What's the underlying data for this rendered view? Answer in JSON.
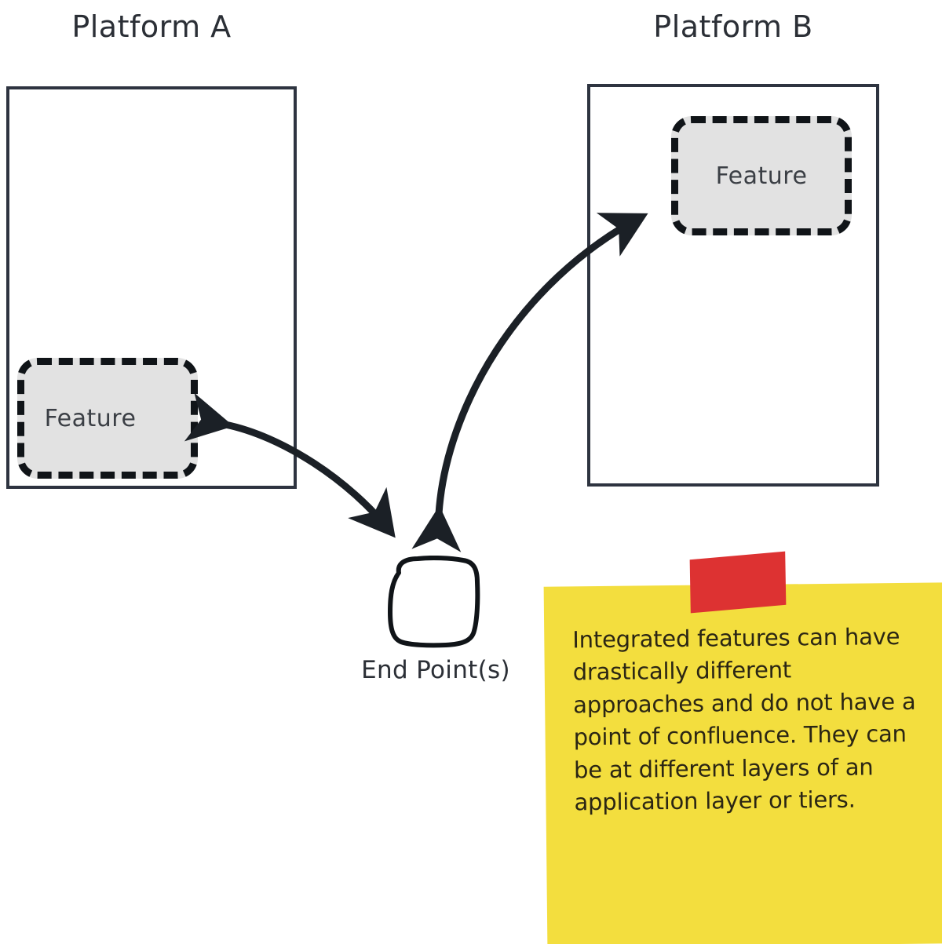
{
  "diagram": {
    "platforms": [
      {
        "title": "Platform A",
        "feature": {
          "label": "Feature"
        }
      },
      {
        "title": "Platform B",
        "feature": {
          "label": "Feature"
        }
      }
    ],
    "endpoint": {
      "label": "End Point(s)"
    },
    "connections": [
      {
        "name": "feature-a-endpoint",
        "from": "Feature (Platform A)",
        "to": "End Point(s)",
        "style": "double-headed curved arrow"
      },
      {
        "name": "endpoint-feature-b",
        "from": "End Point(s)",
        "to": "Feature (Platform B)",
        "style": "double-headed curved arrow"
      }
    ],
    "sticky_note": {
      "text": "Integrated features can have drastically different approaches and do not have a point of confluence. They can be at different layers of an application layer or tiers.",
      "tape": "red-tape"
    },
    "colors": {
      "outline": "#2e3440",
      "feature_fill": "#e2e2e2",
      "feature_border": "#101418",
      "sticky_yellow": "#f3de3e",
      "tape_red": "#dd3232",
      "text": "#2b2f36"
    }
  }
}
